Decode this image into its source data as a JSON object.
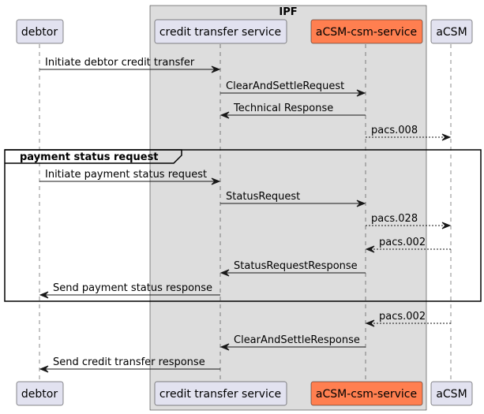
{
  "box": {
    "title": "IPF",
    "color": "#DDDDDD"
  },
  "participants": [
    {
      "id": "debtor",
      "label": "debtor",
      "color": "#E2E2F0"
    },
    {
      "id": "cts",
      "label": "credit transfer service",
      "color": "#E2E2F0"
    },
    {
      "id": "csm",
      "label": "aCSM-csm-service",
      "color": "#FF7F50"
    },
    {
      "id": "acsm",
      "label": "aCSM",
      "color": "#E2E2F0"
    }
  ],
  "group": {
    "title": "payment status request"
  },
  "messages": [
    {
      "from": "debtor",
      "to": "cts",
      "label": "Initiate debtor credit transfer",
      "style": "solid"
    },
    {
      "from": "cts",
      "to": "csm",
      "label": "ClearAndSettleRequest",
      "style": "solid"
    },
    {
      "from": "csm",
      "to": "cts",
      "label": "Technical Response",
      "style": "solid"
    },
    {
      "from": "csm",
      "to": "acsm",
      "label": "pacs.008",
      "style": "dashed"
    },
    {
      "from": "debtor",
      "to": "cts",
      "label": "Initiate payment status request",
      "style": "solid"
    },
    {
      "from": "cts",
      "to": "csm",
      "label": "StatusRequest",
      "style": "solid"
    },
    {
      "from": "csm",
      "to": "acsm",
      "label": "pacs.028",
      "style": "dashed"
    },
    {
      "from": "acsm",
      "to": "csm",
      "label": "pacs.002",
      "style": "dashed"
    },
    {
      "from": "csm",
      "to": "cts",
      "label": "StatusRequestResponse",
      "style": "solid"
    },
    {
      "from": "cts",
      "to": "debtor",
      "label": "Send payment status response",
      "style": "solid"
    },
    {
      "from": "acsm",
      "to": "csm",
      "label": "pacs.002",
      "style": "dashed"
    },
    {
      "from": "csm",
      "to": "cts",
      "label": "ClearAndSettleResponse",
      "style": "solid"
    },
    {
      "from": "cts",
      "to": "debtor",
      "label": "Send credit transfer response",
      "style": "solid"
    }
  ]
}
